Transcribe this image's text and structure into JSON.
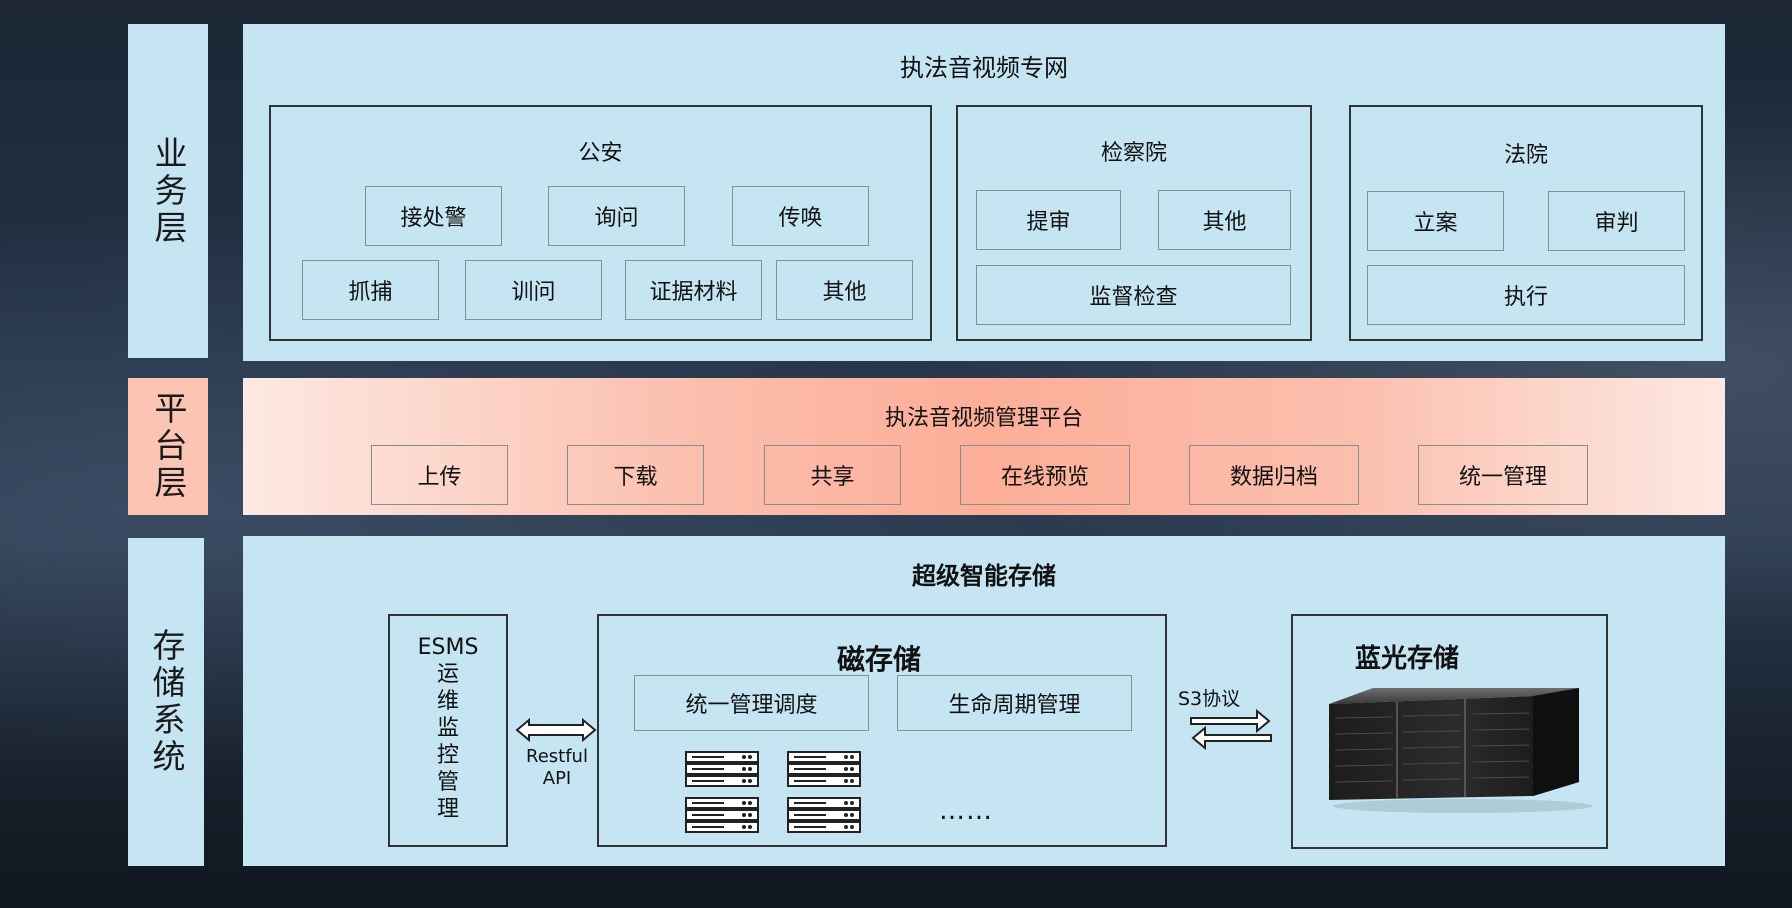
{
  "layers": {
    "business": "业务层",
    "platform": "平台层",
    "storage": "存储系统"
  },
  "business": {
    "title": "执法音视频专网",
    "police": {
      "title": "公安",
      "row1": [
        "接处警",
        "询问",
        "传唤"
      ],
      "row2": [
        "抓捕",
        "训问",
        "证据材料",
        "其他"
      ]
    },
    "procuratorate": {
      "title": "检察院",
      "row1": [
        "提审",
        "其他"
      ],
      "row2": [
        "监督检查"
      ]
    },
    "court": {
      "title": "法院",
      "row1": [
        "立案",
        "审判"
      ],
      "row2": [
        "执行"
      ]
    }
  },
  "platform": {
    "title": "执法音视频管理平台",
    "items": [
      "上传",
      "下载",
      "共享",
      "在线预览",
      "数据归档",
      "统一管理"
    ]
  },
  "storage": {
    "title": "超级智能存储",
    "esms": {
      "name": "ESMS",
      "chars": [
        "运",
        "维",
        "监",
        "控",
        "管",
        "理"
      ]
    },
    "restful": {
      "line1": "Restful",
      "line2": "API"
    },
    "magnetic": {
      "title": "磁存储",
      "items": [
        "统一管理调度",
        "生命周期管理"
      ],
      "ellipsis": "……"
    },
    "s3": "S3协议",
    "bluray": {
      "title": "蓝光存储"
    }
  },
  "icons": {
    "server": "server-rack-icon",
    "arrow_bidirectional": "double-arrow-icon",
    "arrow_exchange": "exchange-arrows-icon",
    "bluray_cabinet": "bluray-cabinet-icon"
  },
  "colors": {
    "panel_blue": "#c6e5f3",
    "panel_pink": "#fcae98",
    "border_dark": "#333333",
    "border_gray": "#8c8c8c"
  }
}
